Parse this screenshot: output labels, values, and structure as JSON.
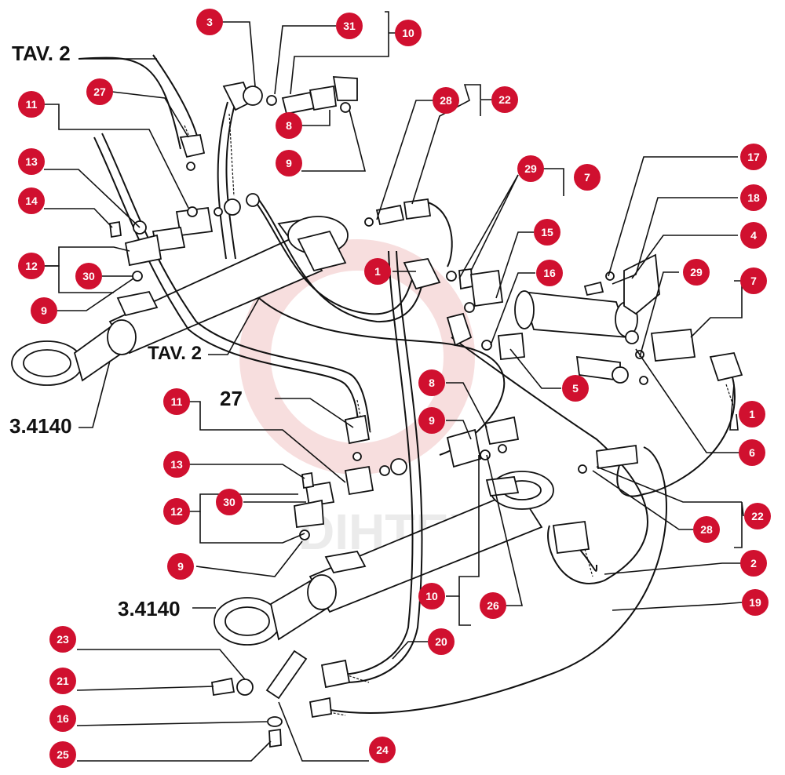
{
  "labels": {
    "tav_top": "TAV. 2",
    "tav_mid": "TAV. 2",
    "cyl_top": "3.4140",
    "cyl_bottom": "3.4140",
    "lbl_27_plain": "27"
  },
  "watermark": "DIHTEX",
  "callouts": [
    {
      "id": "c3",
      "num": "3"
    },
    {
      "id": "c31",
      "num": "31"
    },
    {
      "id": "c10a",
      "num": "10"
    },
    {
      "id": "c11a",
      "num": "11"
    },
    {
      "id": "c27",
      "num": "27"
    },
    {
      "id": "c8a",
      "num": "8"
    },
    {
      "id": "c9a",
      "num": "9"
    },
    {
      "id": "c28a",
      "num": "28"
    },
    {
      "id": "c22a",
      "num": "22"
    },
    {
      "id": "c13a",
      "num": "13"
    },
    {
      "id": "c14",
      "num": "14"
    },
    {
      "id": "c12a",
      "num": "12"
    },
    {
      "id": "c30a",
      "num": "30"
    },
    {
      "id": "c9b",
      "num": "9"
    },
    {
      "id": "c29a",
      "num": "29"
    },
    {
      "id": "c7a",
      "num": "7"
    },
    {
      "id": "c17",
      "num": "17"
    },
    {
      "id": "c18",
      "num": "18"
    },
    {
      "id": "c15",
      "num": "15"
    },
    {
      "id": "c4",
      "num": "4"
    },
    {
      "id": "c1a",
      "num": "1"
    },
    {
      "id": "c16a",
      "num": "16"
    },
    {
      "id": "c29b",
      "num": "29"
    },
    {
      "id": "c7b",
      "num": "7"
    },
    {
      "id": "c8b",
      "num": "8"
    },
    {
      "id": "c5",
      "num": "5"
    },
    {
      "id": "c11b",
      "num": "11"
    },
    {
      "id": "c9c",
      "num": "9"
    },
    {
      "id": "c1b",
      "num": "1"
    },
    {
      "id": "c6",
      "num": "6"
    },
    {
      "id": "c13b",
      "num": "13"
    },
    {
      "id": "c30b",
      "num": "30"
    },
    {
      "id": "c12b",
      "num": "12"
    },
    {
      "id": "c22b",
      "num": "22"
    },
    {
      "id": "c28b",
      "num": "28"
    },
    {
      "id": "c9d",
      "num": "9"
    },
    {
      "id": "c2",
      "num": "2"
    },
    {
      "id": "c10b",
      "num": "10"
    },
    {
      "id": "c26",
      "num": "26"
    },
    {
      "id": "c19",
      "num": "19"
    },
    {
      "id": "c20",
      "num": "20"
    },
    {
      "id": "c23",
      "num": "23"
    },
    {
      "id": "c21",
      "num": "21"
    },
    {
      "id": "c16b",
      "num": "16"
    },
    {
      "id": "c25",
      "num": "25"
    },
    {
      "id": "c24",
      "num": "24"
    }
  ]
}
